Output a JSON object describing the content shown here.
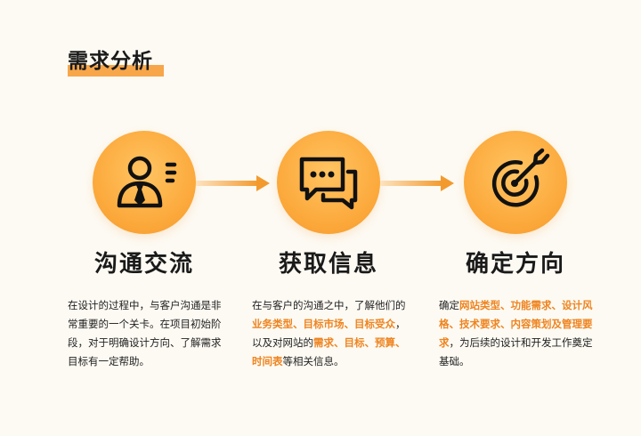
{
  "header": {
    "title": "需求分析",
    "accent_color": "#f7a64a"
  },
  "theme": {
    "circle_color": "#fcab3e",
    "highlight_color": "#ee8420",
    "background": "#fdfaf3"
  },
  "steps": [
    {
      "icon": "person-icon",
      "title": "沟通交流",
      "desc": [
        {
          "text": "在设计的过程中，与客户沟通是非常重要的一个关卡。在项目初始阶段，对于明确设计方向、了解需求目标有一定帮助。",
          "hl": false
        }
      ]
    },
    {
      "icon": "chat-bubbles-icon",
      "title": "获取信息",
      "desc": [
        {
          "text": "在与客户的沟通之中，了解他们的",
          "hl": false
        },
        {
          "text": "业务类型、目标市场、目标受众",
          "hl": true
        },
        {
          "text": "，以及对网站的",
          "hl": false
        },
        {
          "text": "需求、目标、预算、时间表",
          "hl": true
        },
        {
          "text": "等相关信息。",
          "hl": false
        }
      ]
    },
    {
      "icon": "target-icon",
      "title": "确定方向",
      "desc": [
        {
          "text": "确定",
          "hl": false
        },
        {
          "text": "网站类型、功能需求、设计风格、技术要求、内容策划及管理要求",
          "hl": true
        },
        {
          "text": "，为后续的设计和开发工作奠定基础。",
          "hl": false
        }
      ]
    }
  ]
}
